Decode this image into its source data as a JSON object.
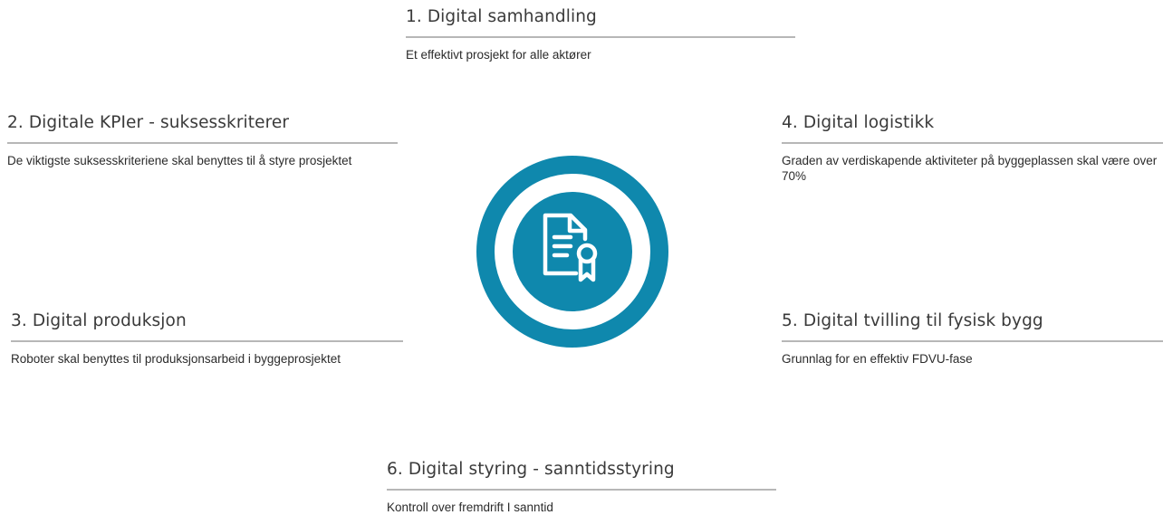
{
  "items": [
    {
      "heading": "1. Digital samhandling",
      "description": "Et effektivt prosjekt for alle aktører"
    },
    {
      "heading": "2. Digitale KPIer - suksesskriterer",
      "description": "De viktigste suksesskriteriene skal benyttes til å styre prosjektet"
    },
    {
      "heading": "3. Digital produksjon",
      "description": "Roboter skal benyttes til produksjonsarbeid i byggeprosjektet"
    },
    {
      "heading": "4. Digital logistikk",
      "description": "Graden av verdiskapende aktiviteter på byggeplassen skal være over 70%"
    },
    {
      "heading": "5. Digital tvilling til fysisk bygg",
      "description": "Grunnlag for en effektiv FDVU-fase"
    },
    {
      "heading": "6. Digital styring - sanntidsstyring",
      "description": "Kontroll over fremdrift I sanntid"
    }
  ],
  "colors": {
    "accent": "#0f88ad",
    "rule": "#b7b7b7",
    "text": "#2b2b2b"
  },
  "center_icon": "certificate-document-icon"
}
